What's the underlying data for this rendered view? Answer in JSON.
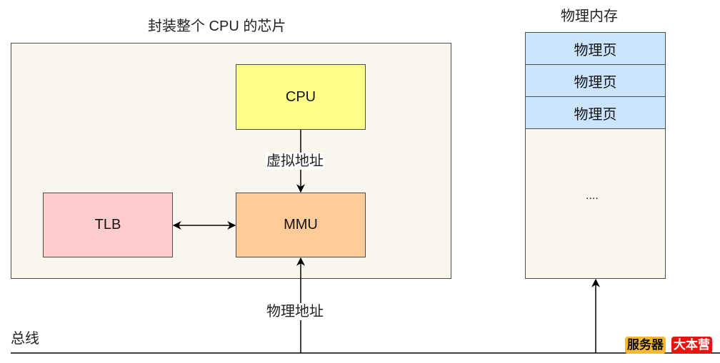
{
  "diagram": {
    "chip_title": "封装整个 CPU 的芯片",
    "memory_title": "物理内存",
    "cpu_label": "CPU",
    "tlb_label": "TLB",
    "mmu_label": "MMU",
    "virtual_address_label": "虚拟地址",
    "physical_address_label": "物理地址",
    "bus_label": "总线",
    "memory_pages": [
      "物理页",
      "物理页",
      "物理页"
    ],
    "memory_rest_label": "....",
    "colors": {
      "chip_fill": "#f9f7ed",
      "cpu_fill": "#ffff88",
      "tlb_fill": "#ffcccc",
      "mmu_fill": "#ffcc99",
      "page_fill": "#cce5ff",
      "memory_fill": "#f9f7ed"
    }
  },
  "watermark": {
    "part1": "服务器",
    "part2": "大本营"
  }
}
